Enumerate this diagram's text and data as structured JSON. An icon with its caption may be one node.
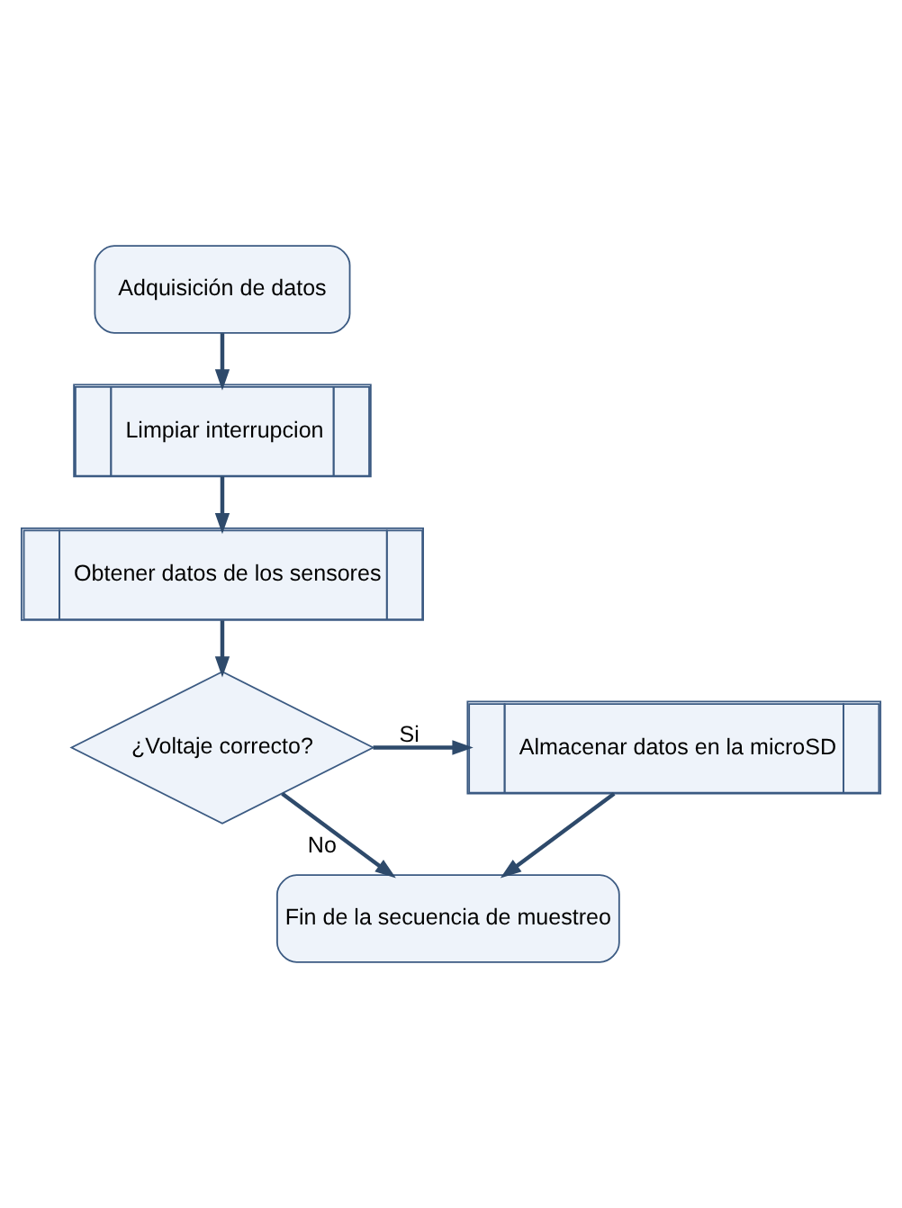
{
  "diagram": {
    "nodes": [
      {
        "text": [
          "Adquisición de datos"
        ]
      },
      {
        "text": [
          "Limpiar interrupcion"
        ]
      },
      {
        "text": [
          "Obtener datos de los sensores"
        ]
      },
      {
        "text": [
          "¿Voltaje correcto?"
        ]
      },
      {
        "text": [
          "Almacenar datos en la microSD"
        ]
      },
      {
        "text": [
          "Fin de la secuencia de muestreo"
        ]
      }
    ],
    "edges": [
      {
        "from": 0,
        "to": 1,
        "arrow": "to"
      },
      {
        "from": 1,
        "to": 2,
        "arrow": "to"
      },
      {
        "from": 2,
        "to": 3,
        "arrow": "to"
      },
      {
        "from": 3,
        "to": 4,
        "arrow": "to",
        "label": "Si"
      },
      {
        "from": 3,
        "to": 5,
        "arrow": "to",
        "label": "No"
      },
      {
        "from": 4,
        "to": 5,
        "arrow": "to"
      }
    ]
  }
}
